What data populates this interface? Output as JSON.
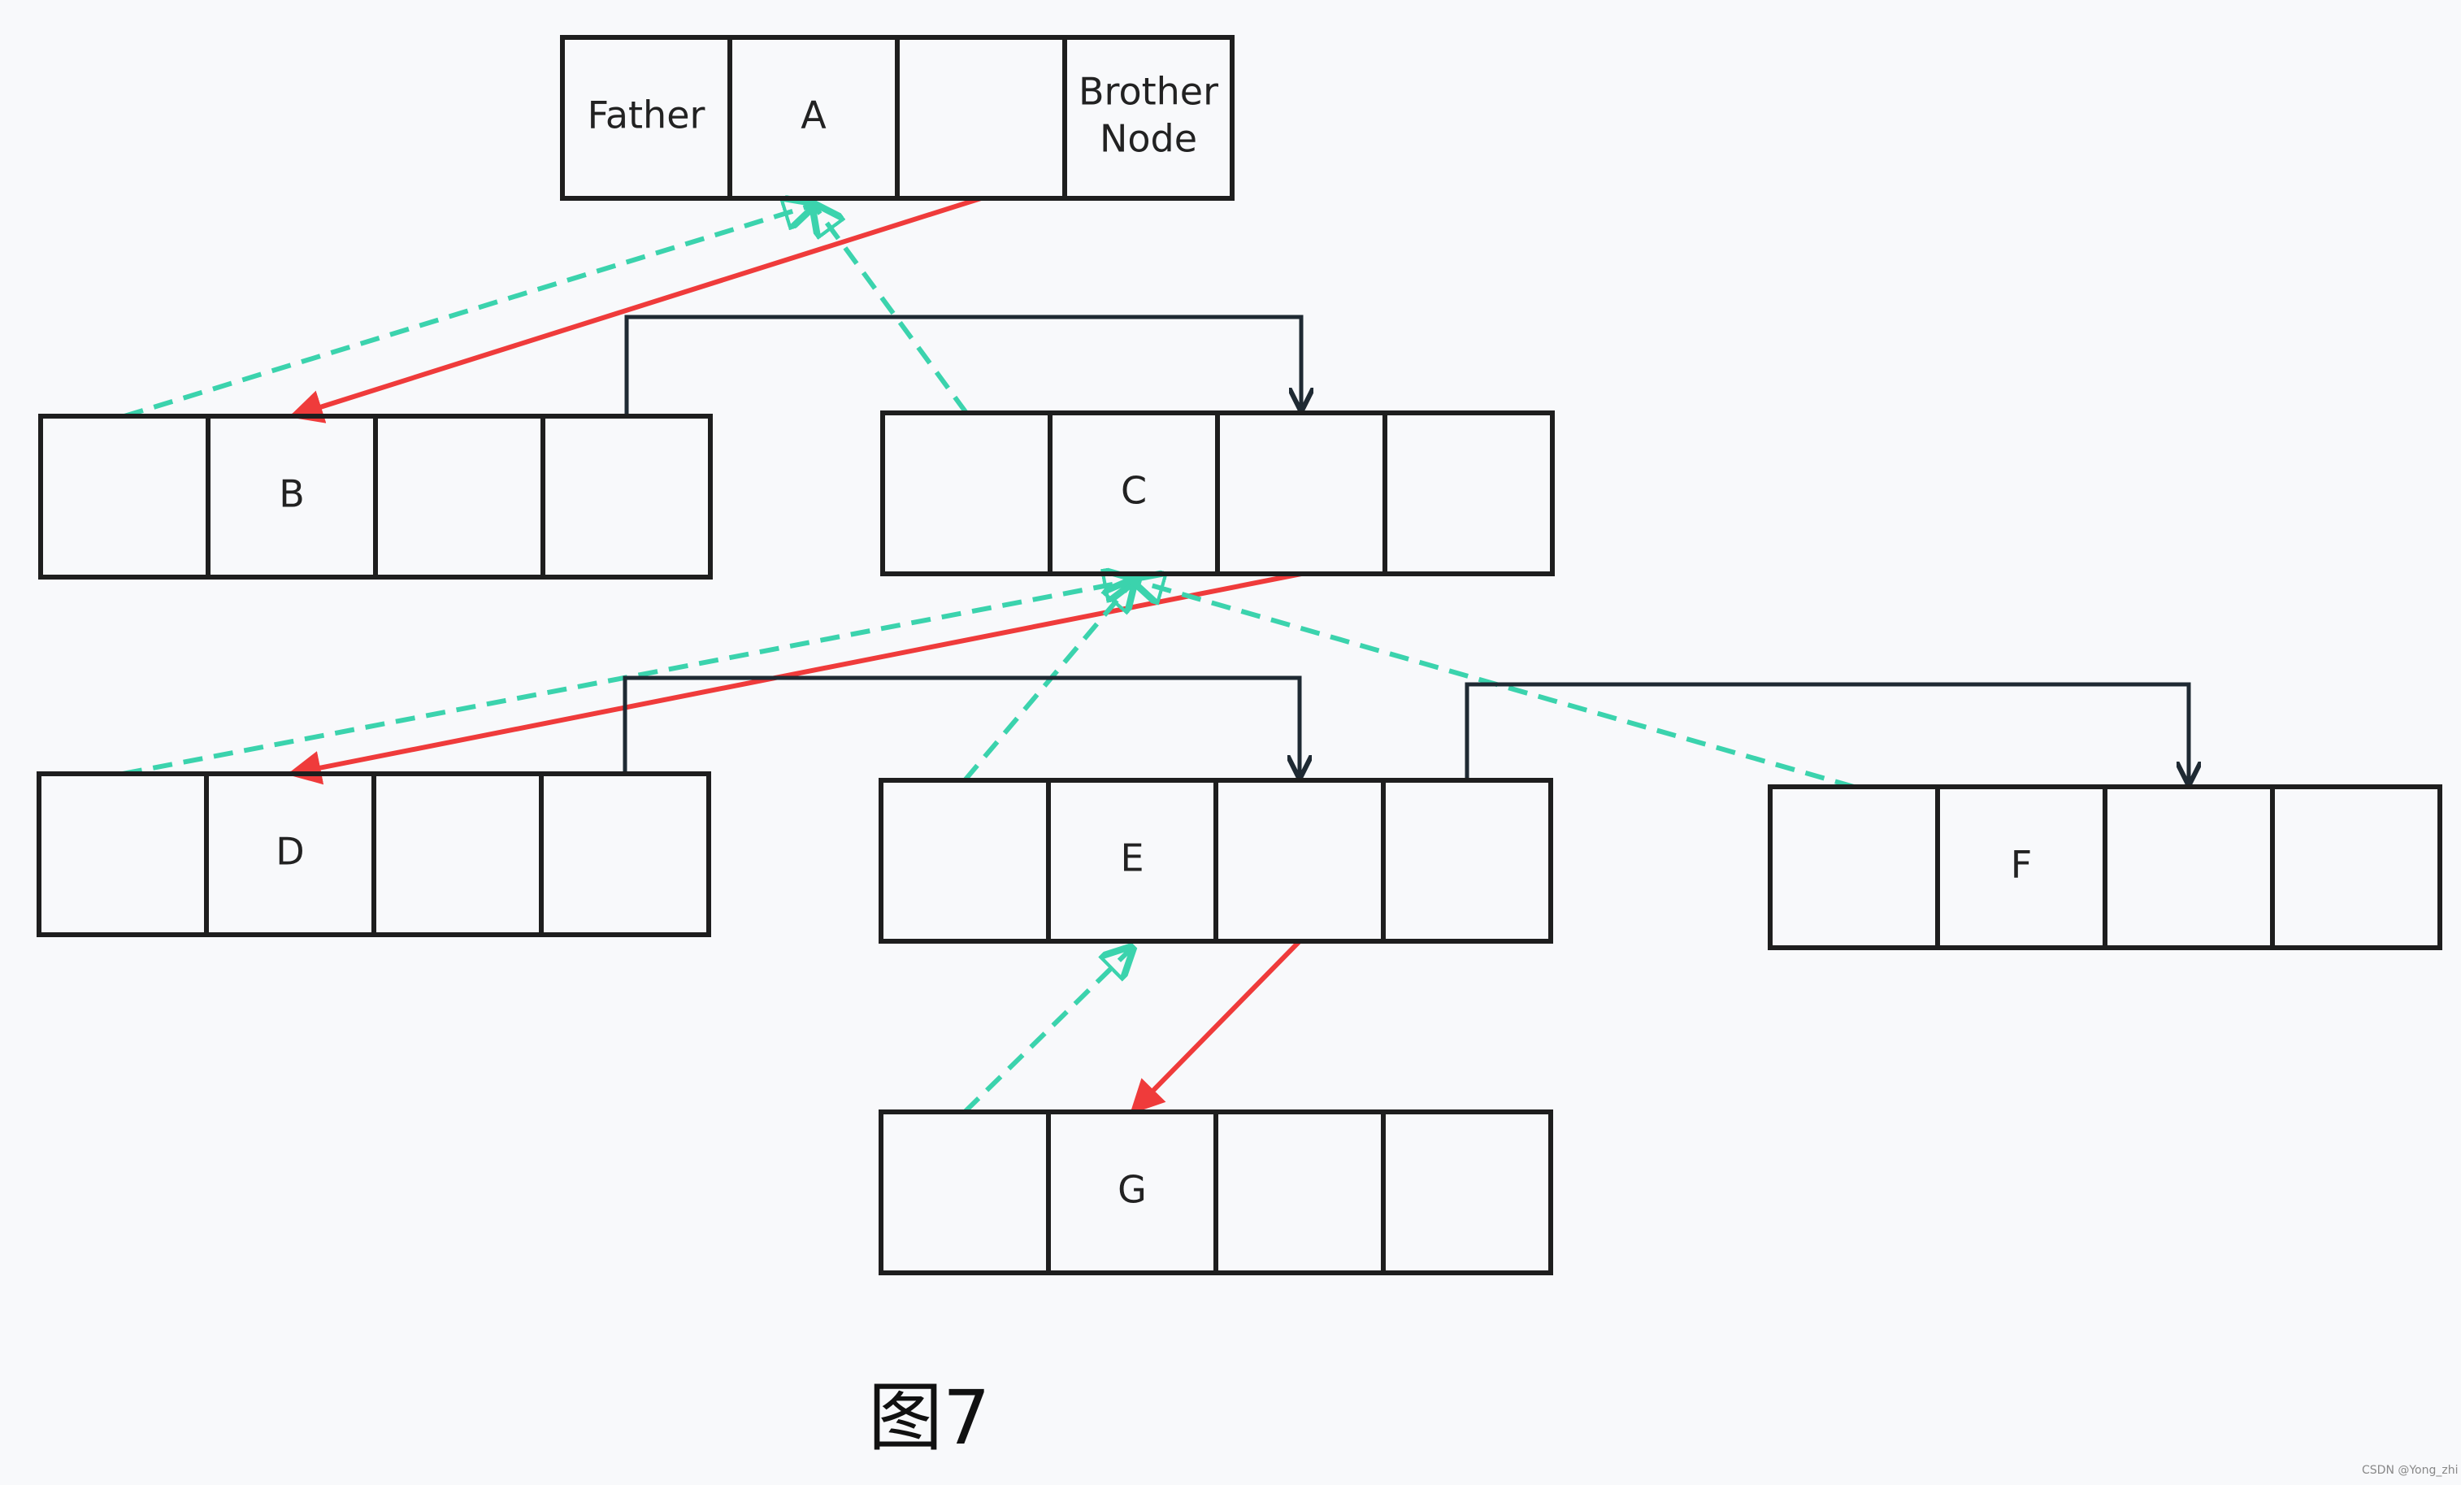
{
  "diagram": {
    "nodes": [
      {
        "id": "A",
        "cells": [
          "Father",
          "A",
          "",
          "Brother\nNode"
        ]
      },
      {
        "id": "B",
        "cells": [
          "",
          "B",
          "",
          ""
        ]
      },
      {
        "id": "C",
        "cells": [
          "",
          "C",
          "",
          ""
        ]
      },
      {
        "id": "D",
        "cells": [
          "",
          "D",
          "",
          ""
        ]
      },
      {
        "id": "E",
        "cells": [
          "",
          "E",
          "",
          ""
        ]
      },
      {
        "id": "F",
        "cells": [
          "",
          "F",
          "",
          ""
        ]
      },
      {
        "id": "G",
        "cells": [
          "",
          "G",
          "",
          ""
        ]
      }
    ],
    "edges": [
      {
        "type": "child",
        "from": "A",
        "to": "B"
      },
      {
        "type": "parent",
        "from": "B",
        "to": "A"
      },
      {
        "type": "parent",
        "from": "C",
        "to": "A"
      },
      {
        "type": "sibling",
        "from": "B",
        "to": "C"
      },
      {
        "type": "child",
        "from": "C",
        "to": "D"
      },
      {
        "type": "parent",
        "from": "D",
        "to": "C"
      },
      {
        "type": "parent",
        "from": "E",
        "to": "C"
      },
      {
        "type": "parent",
        "from": "F",
        "to": "C"
      },
      {
        "type": "sibling",
        "from": "D",
        "to": "E"
      },
      {
        "type": "sibling",
        "from": "E",
        "to": "F"
      },
      {
        "type": "child",
        "from": "E",
        "to": "G"
      },
      {
        "type": "parent",
        "from": "G",
        "to": "E"
      }
    ],
    "colors": {
      "child": "#ef3b3b",
      "parent": "#3bd3ad",
      "sibling": "#1f2a33",
      "box": "#1e1e1e",
      "background": "#f8f9fb"
    },
    "caption": "图7",
    "watermark": "CSDN @Yong_zhi"
  }
}
